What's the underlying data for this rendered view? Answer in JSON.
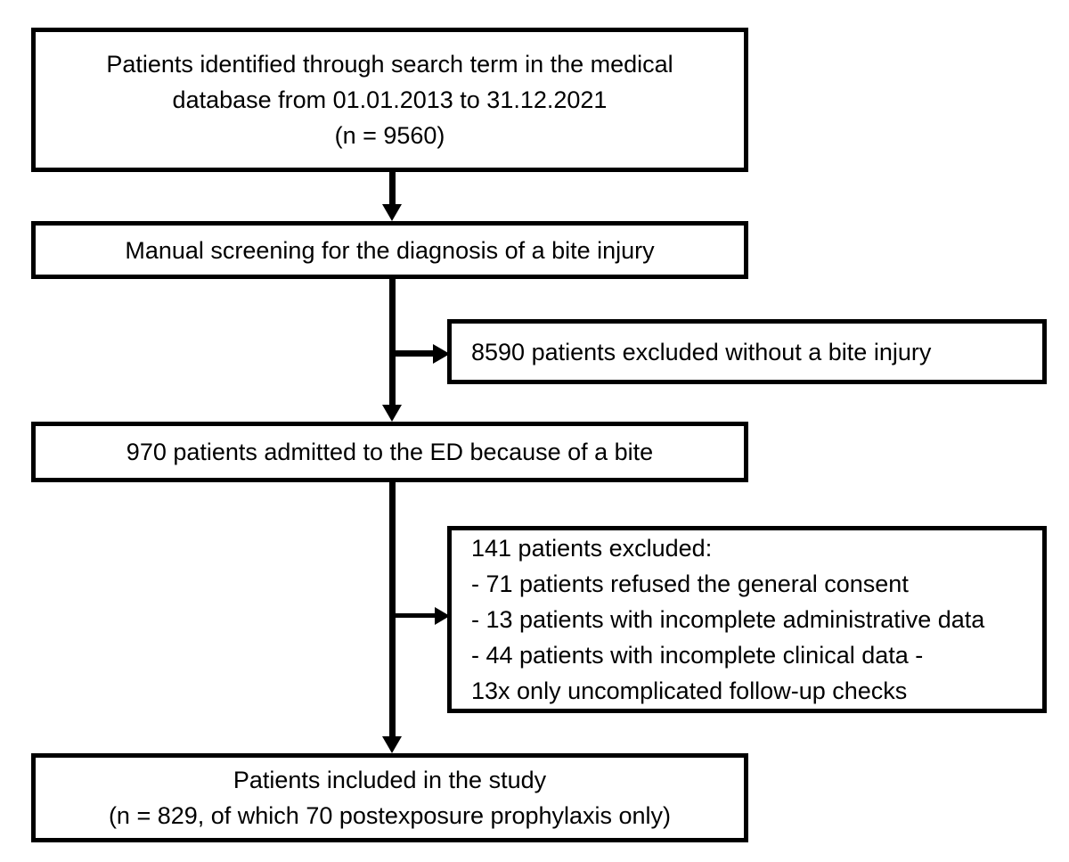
{
  "diagram": {
    "title": "Patient selection flow diagram",
    "type": "flowchart",
    "colors": {
      "border": "#000000",
      "background": "#ffffff",
      "text": "#000000",
      "connector": "#000000"
    },
    "nodes": {
      "identified": {
        "id": "identified",
        "align": "center",
        "lines": [
          "Patients identified through search term in the medical",
          "database from 01.01.2013 to 31.12.2021",
          "(n = 9560)"
        ],
        "count": 9560,
        "date_from": "01.01.2013",
        "date_to": "31.12.2021"
      },
      "screening": {
        "id": "screening",
        "align": "center",
        "lines": [
          "Manual screening for the diagnosis of a bite injury"
        ]
      },
      "excluded_no_bite": {
        "id": "excluded_no_bite",
        "align": "left",
        "lines": [
          "8590 patients excluded without a bite injury"
        ],
        "count": 8590
      },
      "admitted": {
        "id": "admitted",
        "align": "center",
        "lines": [
          "970 patients admitted to the ED because of a bite"
        ],
        "count": 970
      },
      "excluded_details": {
        "id": "excluded_details",
        "align": "left",
        "lines": [
          "141 patients excluded:",
          "- 71 patients refused the general consent",
          "- 13 patients with incomplete administrative data",
          "- 44 patients with incomplete clinical data -",
          "13x only uncomplicated follow-up checks"
        ],
        "count": 141,
        "breakdown": [
          {
            "n": 71,
            "reason": "patients refused the general consent"
          },
          {
            "n": 13,
            "reason": "patients with incomplete administrative data"
          },
          {
            "n": 44,
            "reason": "patients with incomplete clinical data"
          },
          {
            "n": 13,
            "reason": "only uncomplicated follow-up checks"
          }
        ]
      },
      "included": {
        "id": "included",
        "align": "center",
        "lines": [
          "Patients included in the study",
          "(n = 829, of which 70 postexposure prophylaxis only)"
        ],
        "count": 829,
        "postexposure_prophylaxis_only": 70
      }
    },
    "connectors": [
      {
        "id": "identified-to-screening",
        "from": "identified",
        "to": "screening",
        "direction": "down"
      },
      {
        "id": "screening-to-admitted",
        "from": "screening",
        "to": "admitted",
        "direction": "down"
      },
      {
        "id": "screening-to-excluded-no-bite",
        "from": "screening",
        "to": "excluded_no_bite",
        "direction": "right"
      },
      {
        "id": "admitted-to-included",
        "from": "admitted",
        "to": "included",
        "direction": "down"
      },
      {
        "id": "admitted-to-excluded-details",
        "from": "admitted",
        "to": "excluded_details",
        "direction": "right"
      }
    ]
  }
}
